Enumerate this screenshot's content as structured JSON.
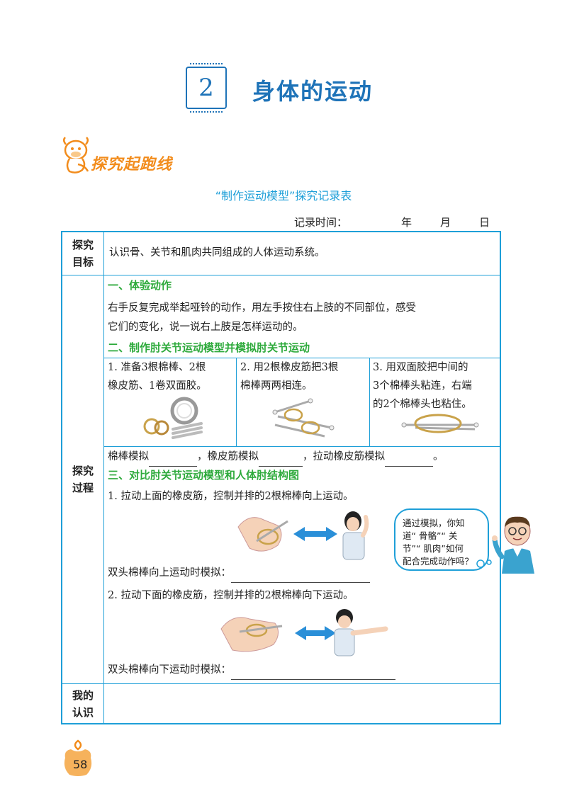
{
  "chapter": {
    "number": "2",
    "title": "身体的运动"
  },
  "section_banner": {
    "label": "探究起跑线"
  },
  "table_title": "“制作运动模型”探究记录表",
  "record_time": {
    "label": "记录时间：",
    "year": "年",
    "month": "月",
    "day": "日"
  },
  "rows": {
    "goal": {
      "label_line1": "探究",
      "label_line2": "目标",
      "text": "认识骨、关节和肌肉共同组成的人体运动系统。"
    },
    "process": {
      "label_line1": "探究",
      "label_line2": "过程",
      "step1": {
        "heading": "一、体验动作",
        "text_line1": "右手反复完成举起哑铃的动作，用左手按住右上肢的不同部位，感受",
        "text_line2": "它们的变化，说一说右上肢是怎样运动的。"
      },
      "step2": {
        "heading": "二、制作肘关节运动模型并模拟肘关节运动",
        "col1_line1": "1.  准备3根棉棒、2根",
        "col1_line2": "橡皮筋、1卷双面胶。",
        "col2_line1": "2.  用2根橡皮筋把3根",
        "col2_line2": "棉棒两两相连。",
        "col3_line1": "3.  用双面胶把中间的",
        "col3_line2": "3个棉棒头粘连，右端",
        "col3_line3": "的2个棉棒头也粘住。",
        "fill_a": "棉棒模拟",
        "fill_b": "，橡皮筋模拟",
        "fill_c": "，拉动橡皮筋模拟",
        "fill_end": "。"
      },
      "step3": {
        "heading": "三、对比肘关节运动模型和人体肘结构图",
        "item1": "1.  拉动上面的橡皮筋，控制并排的2根棉棒向上运动。",
        "item1_fill": "双头棉棒向上运动时模拟：",
        "item2": "2.  拉动下面的橡皮筋，控制并排的2根棉棒向下运动。",
        "item2_fill": "双头棉棒向下运动时模拟："
      }
    },
    "understanding": {
      "label_line1": "我的",
      "label_line2": "认识"
    }
  },
  "bubble": {
    "line1": "通过模拟，你知",
    "line2": "道“ 骨骼”“ 关",
    "line3": "节”“ 肌肉”如何",
    "line4": "配合完成动作吗？"
  },
  "page_number": "58",
  "colors": {
    "accent_blue": "#1e9fd8",
    "title_blue": "#1e73b8",
    "green": "#2eaa3c",
    "orange": "#f28c1c"
  }
}
